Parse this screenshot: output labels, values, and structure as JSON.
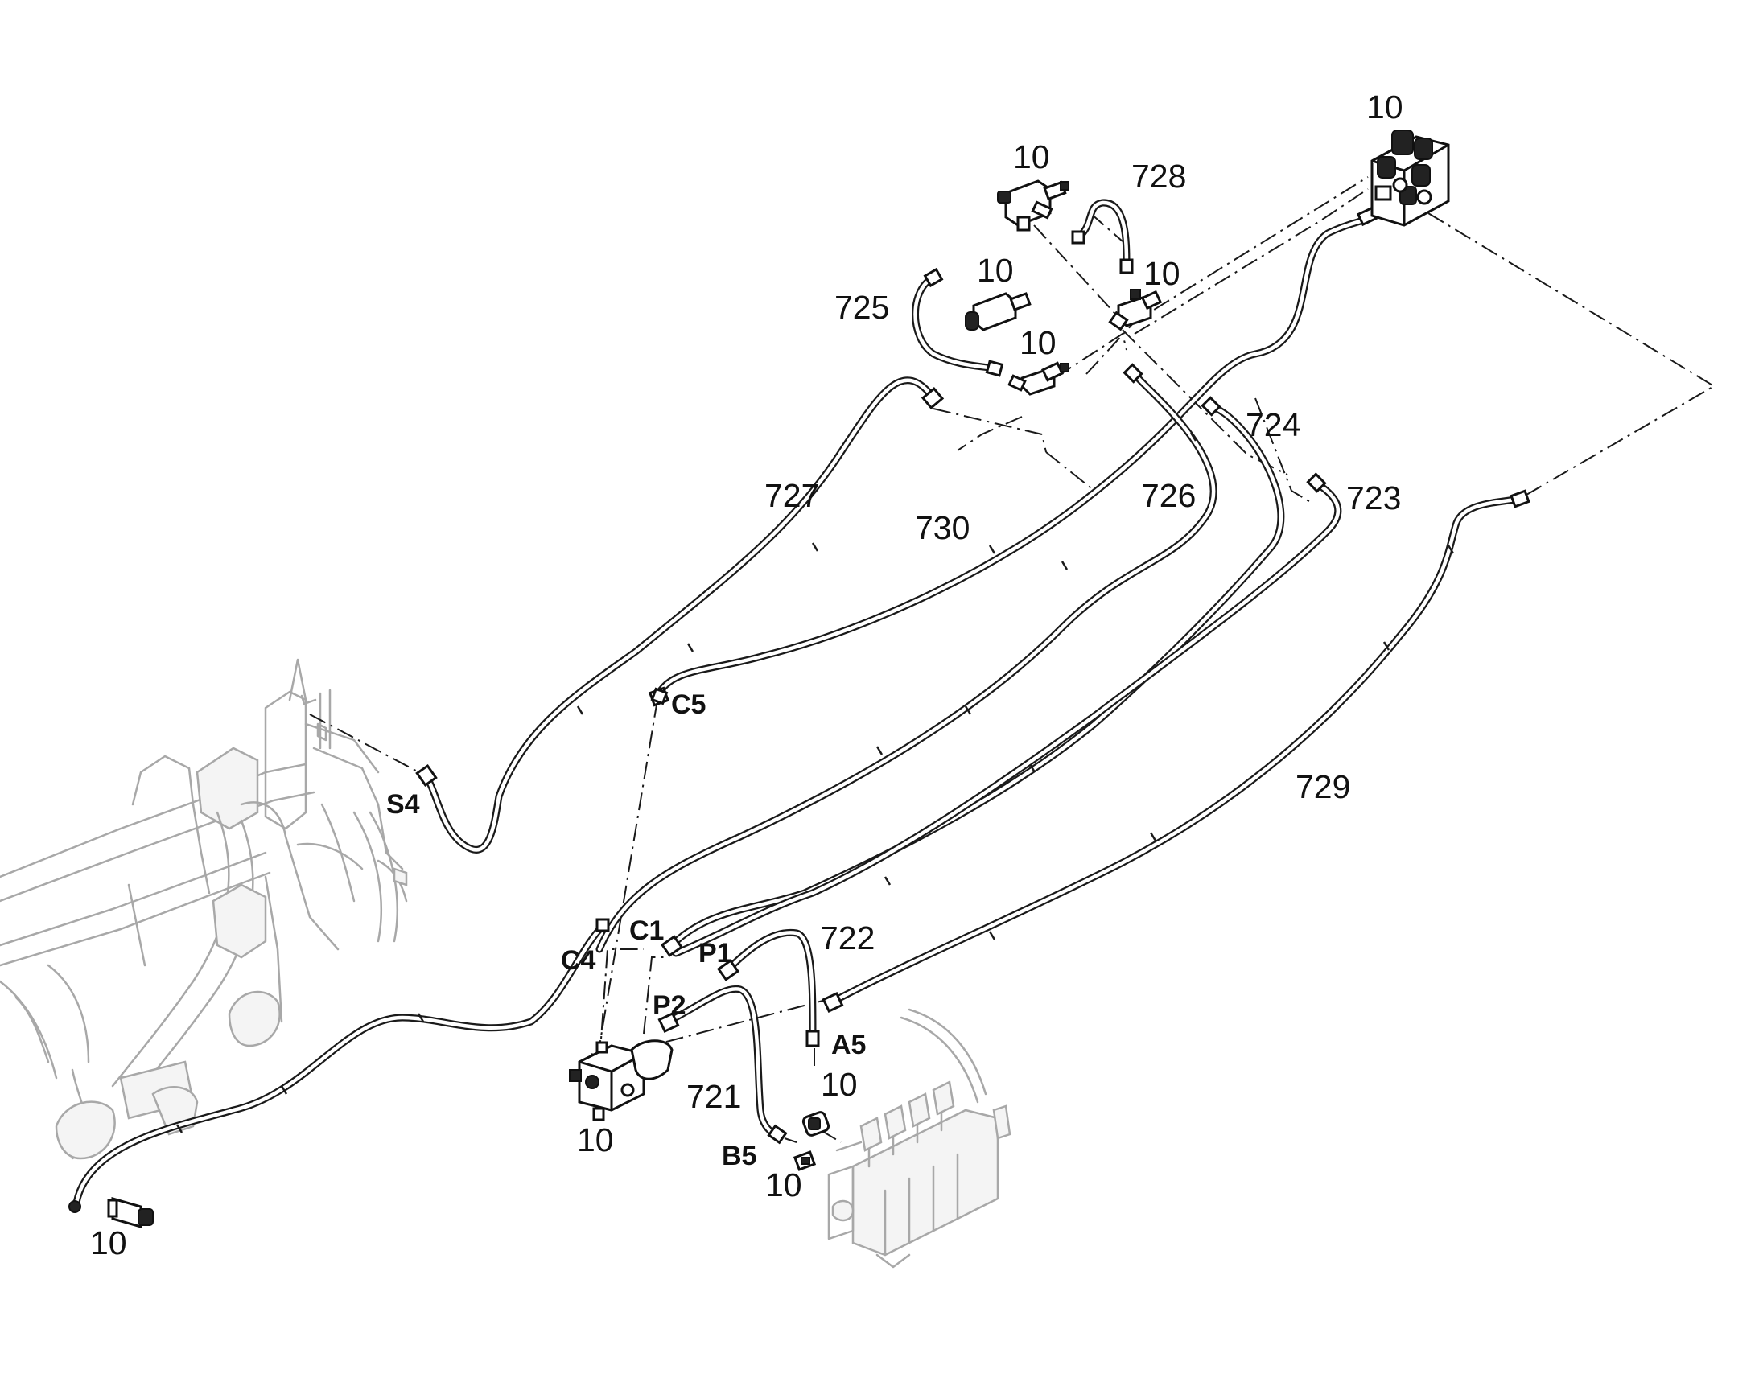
{
  "diagram": {
    "type": "hydraulic hose layout",
    "hoses": [
      {
        "id": "721",
        "label": "721"
      },
      {
        "id": "722",
        "label": "722"
      },
      {
        "id": "723",
        "label": "723"
      },
      {
        "id": "724",
        "label": "724"
      },
      {
        "id": "725",
        "label": "725"
      },
      {
        "id": "726",
        "label": "726"
      },
      {
        "id": "727",
        "label": "727"
      },
      {
        "id": "728",
        "label": "728"
      },
      {
        "id": "729",
        "label": "729"
      },
      {
        "id": "730",
        "label": "730"
      }
    ],
    "ports": [
      {
        "id": "S4",
        "label": "S4"
      },
      {
        "id": "C5",
        "label": "C5"
      },
      {
        "id": "C1",
        "label": "C1"
      },
      {
        "id": "C4",
        "label": "C4"
      },
      {
        "id": "P1",
        "label": "P1"
      },
      {
        "id": "P2",
        "label": "P2"
      },
      {
        "id": "A5",
        "label": "A5"
      },
      {
        "id": "B5",
        "label": "B5"
      }
    ],
    "component_labels": [
      {
        "id": "fitting-top-right",
        "label": "10"
      },
      {
        "id": "fitting-top-tee",
        "label": "10"
      },
      {
        "id": "fitting-mid-adapter",
        "label": "10"
      },
      {
        "id": "fitting-right-elbow",
        "label": "10"
      },
      {
        "id": "fitting-left-elbow",
        "label": "10"
      },
      {
        "id": "fitting-valve-bottom",
        "label": "10"
      },
      {
        "id": "fitting-a5",
        "label": "10"
      },
      {
        "id": "fitting-b5",
        "label": "10"
      },
      {
        "id": "fitting-bottom-left",
        "label": "10"
      }
    ]
  }
}
